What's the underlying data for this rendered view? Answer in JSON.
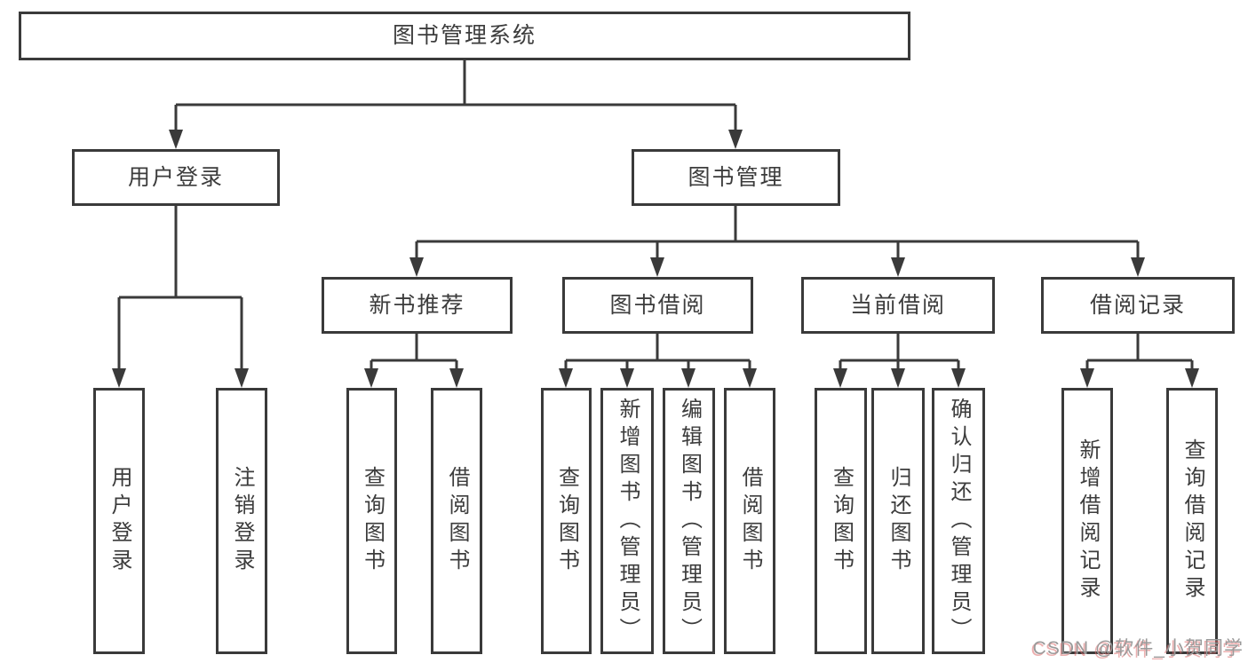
{
  "diagram": {
    "root_label": "图书管理系统",
    "branches": [
      {
        "label": "用户登录",
        "children": [
          "用户登录",
          "注销登录"
        ]
      },
      {
        "label": "图书管理",
        "groups": [
          {
            "label": "新书推荐",
            "children": [
              "查询图书",
              "借阅图书"
            ]
          },
          {
            "label": "图书借阅",
            "children": [
              "查询图书",
              "新增图书（管理员）",
              "编辑图书（管理员）",
              "借阅图书"
            ]
          },
          {
            "label": "当前借阅",
            "children": [
              "查询图书",
              "归还图书",
              "确认归还（管理员）"
            ]
          },
          {
            "label": "借阅记录",
            "children": [
              "新增借阅记录",
              "查询借阅记录"
            ]
          }
        ]
      }
    ]
  },
  "watermark": {
    "text": "CSDN @软件_小贺同学"
  },
  "colors": {
    "line": "#3a3a3a",
    "text": "#3c3c3c",
    "background": "#ffffff",
    "watermark_gray": "#9a9a9a",
    "watermark_red_shadow": "rgba(220,110,110,0.55)"
  }
}
